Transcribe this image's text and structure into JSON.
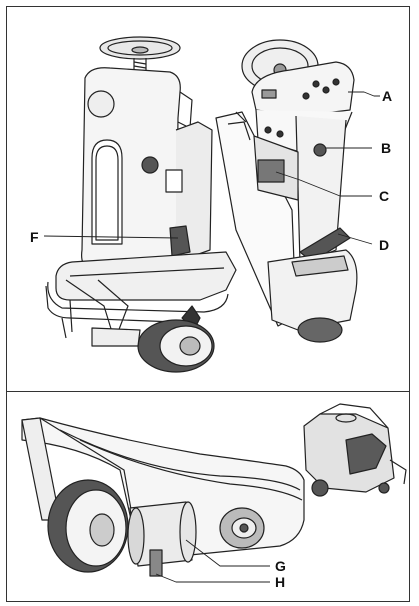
{
  "callouts": {
    "a": "A",
    "b": "B",
    "c": "C",
    "d": "D",
    "f": "F",
    "g": "G",
    "h": "H"
  },
  "colors": {
    "line": "#222222",
    "fill_light": "#f2f2f2",
    "fill_mid": "#d8d8d8",
    "fill_dark": "#6a6a6a"
  }
}
